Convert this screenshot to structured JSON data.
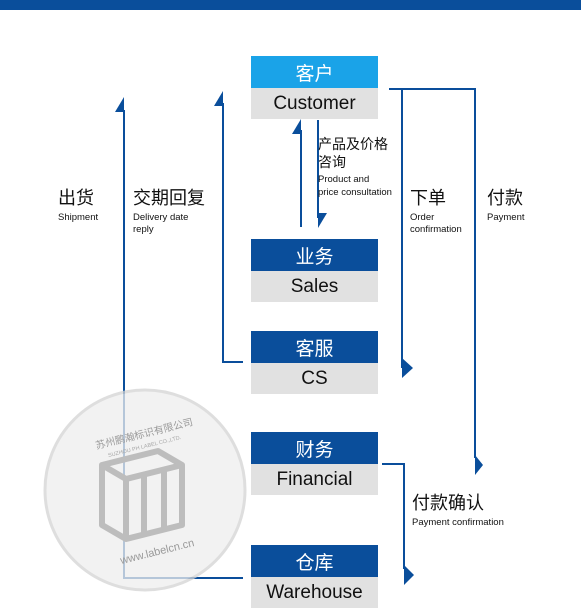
{
  "colors": {
    "accent": "#0a4e9b",
    "customer_header": "#1aa3e8",
    "box_bottom": "#e1e1e1",
    "arrow": "#0a4e9b"
  },
  "boxes": {
    "customer": {
      "zh": "客户",
      "en": "Customer"
    },
    "sales": {
      "zh": "业务",
      "en": "Sales"
    },
    "cs": {
      "zh": "客服",
      "en": "CS"
    },
    "financial": {
      "zh": "财务",
      "en": "Financial"
    },
    "warehouse": {
      "zh": "仓库",
      "en": "Warehouse"
    }
  },
  "labels": {
    "shipment": {
      "zh": "出货",
      "en": "Shipment"
    },
    "delivery": {
      "zh": "交期回复",
      "en_line1": "Delivery date",
      "en_line2": "reply"
    },
    "consultation": {
      "zh_line1": "产品及价格",
      "zh_line2": "咨询",
      "en_line1": "Product and",
      "en_line2": "price consultation"
    },
    "order": {
      "zh": "下单",
      "en_line1": "Order",
      "en_line2": "confirmation"
    },
    "payment": {
      "zh": "付款",
      "en": "Payment"
    },
    "payment_confirm": {
      "zh": "付款确认",
      "en": "Payment confirmation"
    }
  },
  "watermark": {
    "company_zh": "苏州鹏瀚标识有限公司",
    "company_en": "SUZHOU PH LABEL CO.,LTD.",
    "url": "www.labelcn.cn",
    "icon": "ph-logo-icon"
  }
}
